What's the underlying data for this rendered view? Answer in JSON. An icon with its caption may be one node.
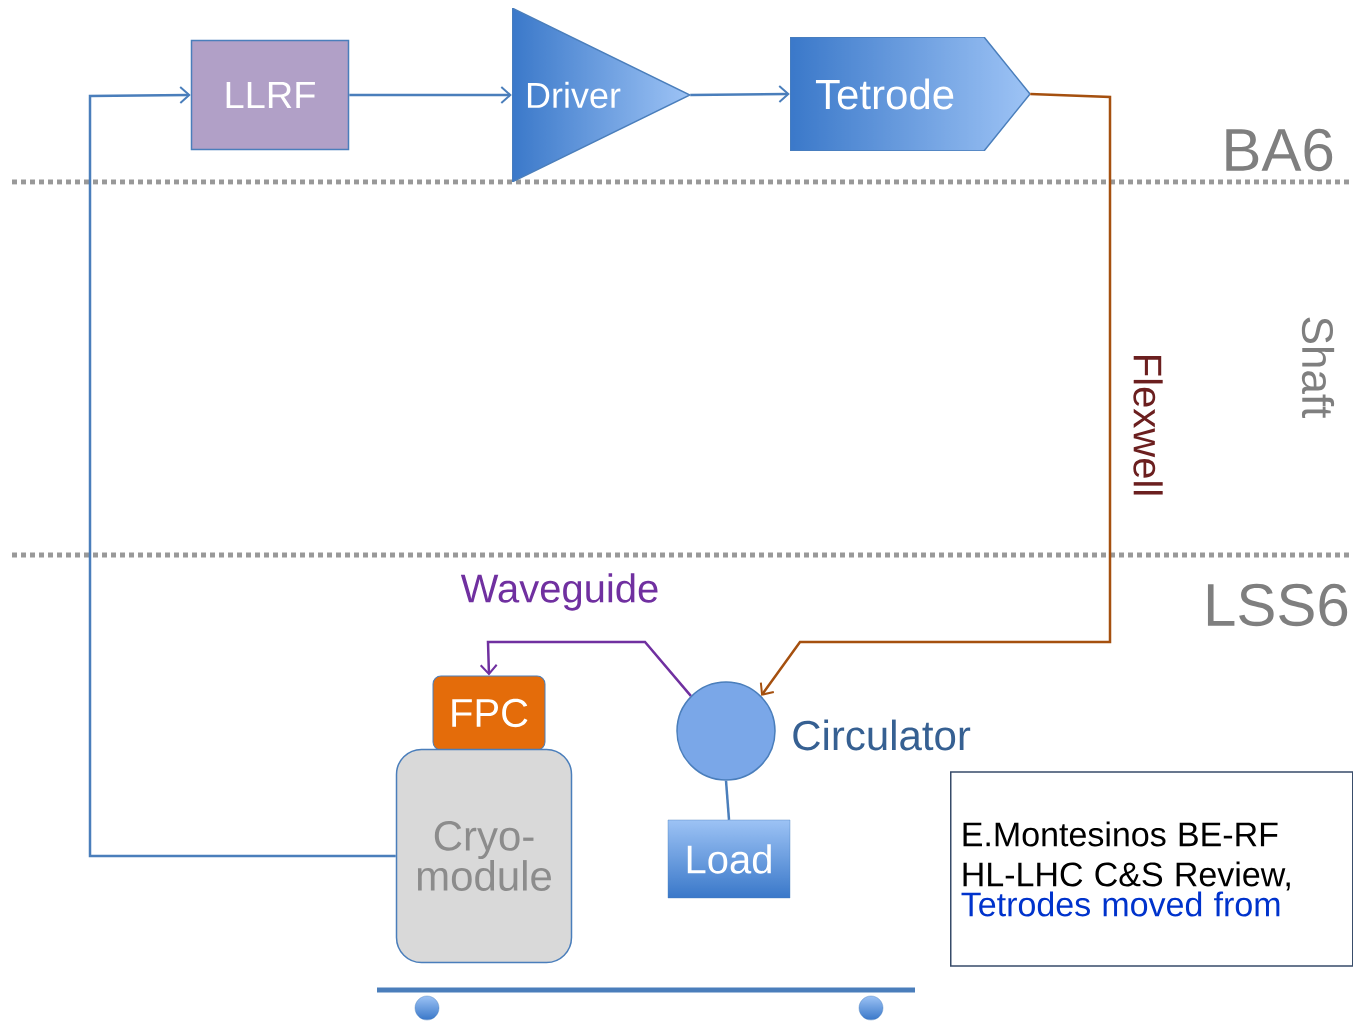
{
  "diagram": {
    "nodes": [
      {
        "text": [
          "LLRF"
        ]
      },
      {
        "text": [
          "Driver"
        ]
      },
      {
        "text": [
          "Tetrode"
        ]
      },
      {
        "text": [
          "FPC"
        ]
      },
      {
        "text": [
          "Cryo- module"
        ]
      },
      {
        "text": [],
        "shape": "circle",
        "beside": [
          "Circulator"
        ]
      },
      {
        "text": [
          "Load"
        ]
      },
      {
        "text": [
          "E.Montesinos BE-RF",
          "HL-LHC C&S Review,",
          "Tetrodes moved from"
        ]
      }
    ],
    "edges": [
      {
        "from": 0,
        "to": 1,
        "arrow": "to"
      },
      {
        "from": 1,
        "to": 2,
        "arrow": "to"
      },
      {
        "from": 2,
        "to": 5,
        "arrow": "to",
        "label": "Flexwell",
        "color": "#a5500f"
      },
      {
        "from": 5,
        "to": 3,
        "arrow": "to",
        "label": "Waveguide",
        "color": "#7030a0"
      },
      {
        "from": 4,
        "to": 0,
        "arrow": "to"
      },
      {
        "from": 5,
        "to": 6,
        "arrow": "none"
      }
    ],
    "labels": [
      "BA6",
      "Shaft",
      "LSS6"
    ]
  }
}
